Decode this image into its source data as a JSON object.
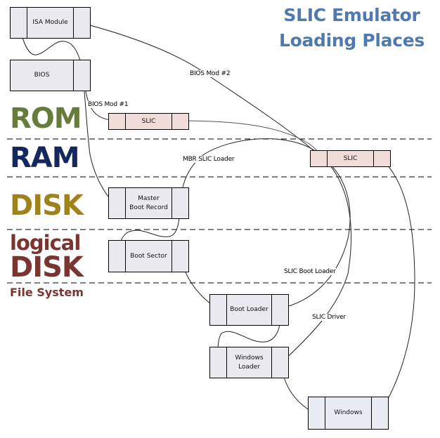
{
  "title": {
    "line1": "SLIC Emulator",
    "line2": "Loading Places"
  },
  "layers": {
    "rom": "ROM",
    "ram": "RAM",
    "disk": "DISK",
    "logical_disk_line1": "logical",
    "logical_disk_line2": "DISK",
    "file_system": "File System"
  },
  "boxes": {
    "isa_module": "ISA Module",
    "bios": "BIOS",
    "slic_rom": "SLIC",
    "slic_ram": "SLIC",
    "mbr_line1": "Master",
    "mbr_line2": "Boot Record",
    "boot_sector": "Boot Sector",
    "boot_loader": "Boot Loader",
    "windows_loader_line1": "Windows",
    "windows_loader_line2": "Loader",
    "windows": "Windows"
  },
  "edge_labels": {
    "bios_mod_1": "BIOS Mod #1",
    "bios_mod_2": "BIOS Mod #2",
    "mbr_slic_loader": "MBR SLIC Loader",
    "slic_boot_loader": "SLIC Boot Loader",
    "slic_driver": "SLIC Driver"
  },
  "colors": {
    "title": "#4f7ab0",
    "rom": "#667c3a",
    "ram": "#14285e",
    "disk": "#a0821a",
    "logical_disk": "#7b3530",
    "box_default": "#ebe9f0",
    "box_slic": "#f1dcd9",
    "box_windows": "#e9ecf3"
  }
}
